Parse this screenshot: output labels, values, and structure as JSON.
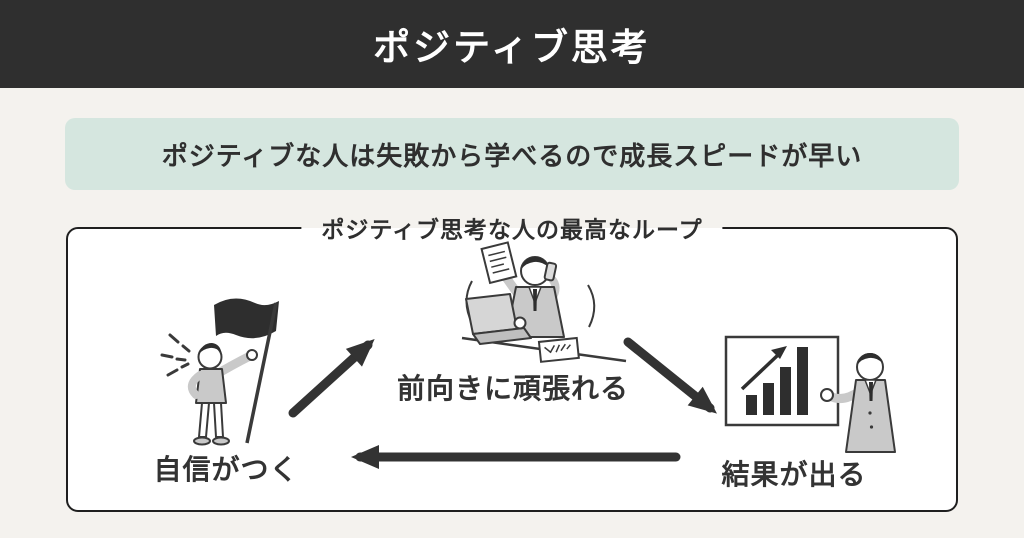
{
  "header": {
    "title": "ポジティブ思考"
  },
  "banner": {
    "text": "ポジティブな人は失敗から学べるので成長スピードが早い"
  },
  "loop": {
    "title": "ポジティブ思考な人の最高なループ",
    "nodes": [
      {
        "id": "confidence",
        "label": "自信がつく",
        "icon": "flag-bearer-illustration"
      },
      {
        "id": "effort",
        "label": "前向きに頑張れる",
        "icon": "busy-worker-illustration"
      },
      {
        "id": "results",
        "label": "結果が出る",
        "icon": "presenter-with-chart-illustration"
      }
    ],
    "arrows": [
      "confidence→effort",
      "effort→results",
      "results→confidence"
    ]
  },
  "colors": {
    "header_bg": "#2f2f2f",
    "page_bg": "#f4f2ee",
    "banner_bg": "#d5e6df",
    "box_bg": "#ffffff",
    "box_border": "#1f1f1f",
    "text": "#333333",
    "arrow": "#333333",
    "illustration_gray": "#c9c9c9"
  }
}
